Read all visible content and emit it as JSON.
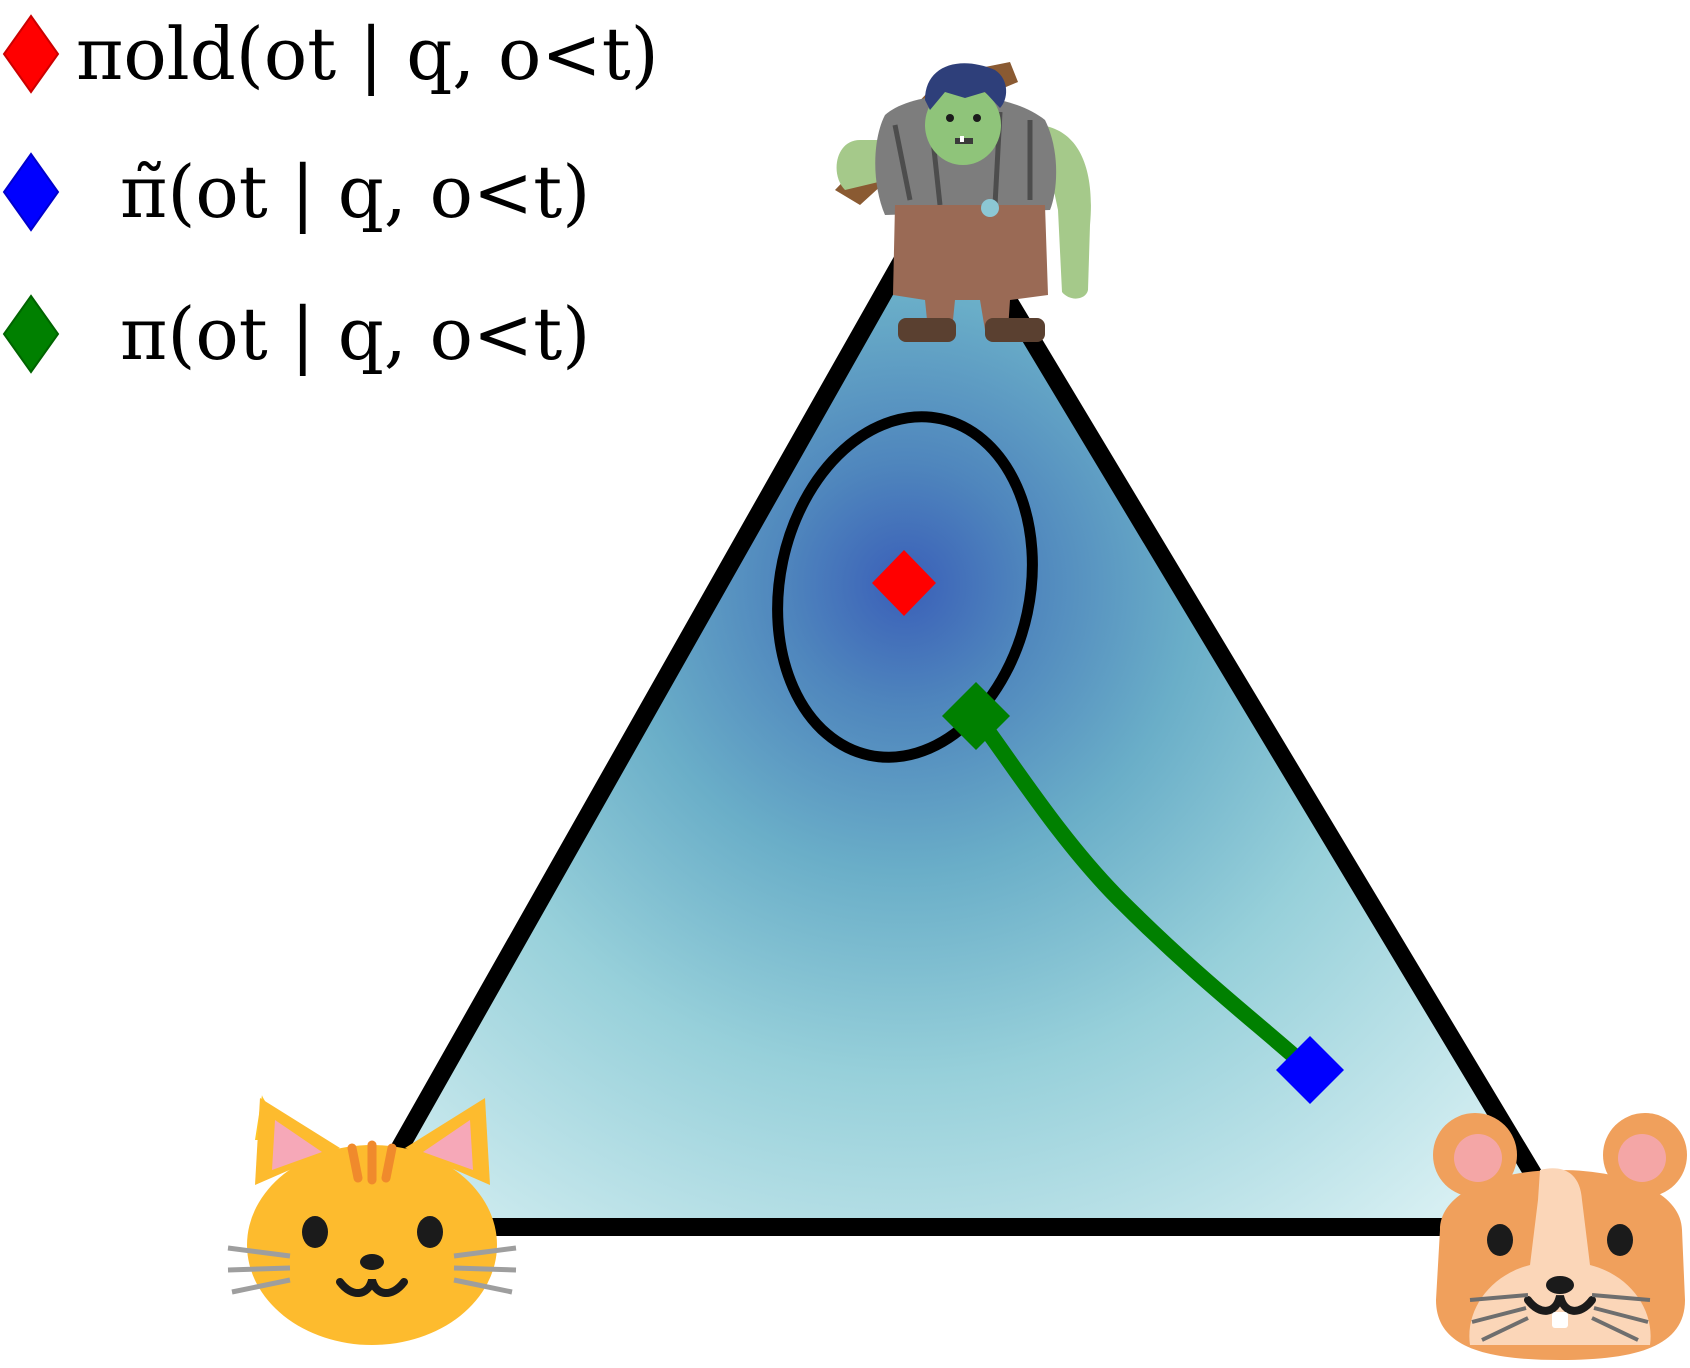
{
  "legend": [
    {
      "label": "πold(ot | q, o<t)",
      "color": "#ff0000"
    },
    {
      "label": "π̃(ot | q, o<t)",
      "color": "#0000ff"
    },
    {
      "label": "π(ot | q, o<t)",
      "color": "#008000"
    }
  ],
  "vertices": {
    "top": "ogre-icon",
    "bottom_left": "cat-face-icon",
    "bottom_right": "hamster-face-icon"
  },
  "colors": {
    "old_policy": "#ff0000",
    "target_policy": "#0000ff",
    "current_policy": "#008000",
    "triangle_outline": "#000000",
    "density_center": "#3a5fb8",
    "density_edge": "#d6eff2"
  }
}
